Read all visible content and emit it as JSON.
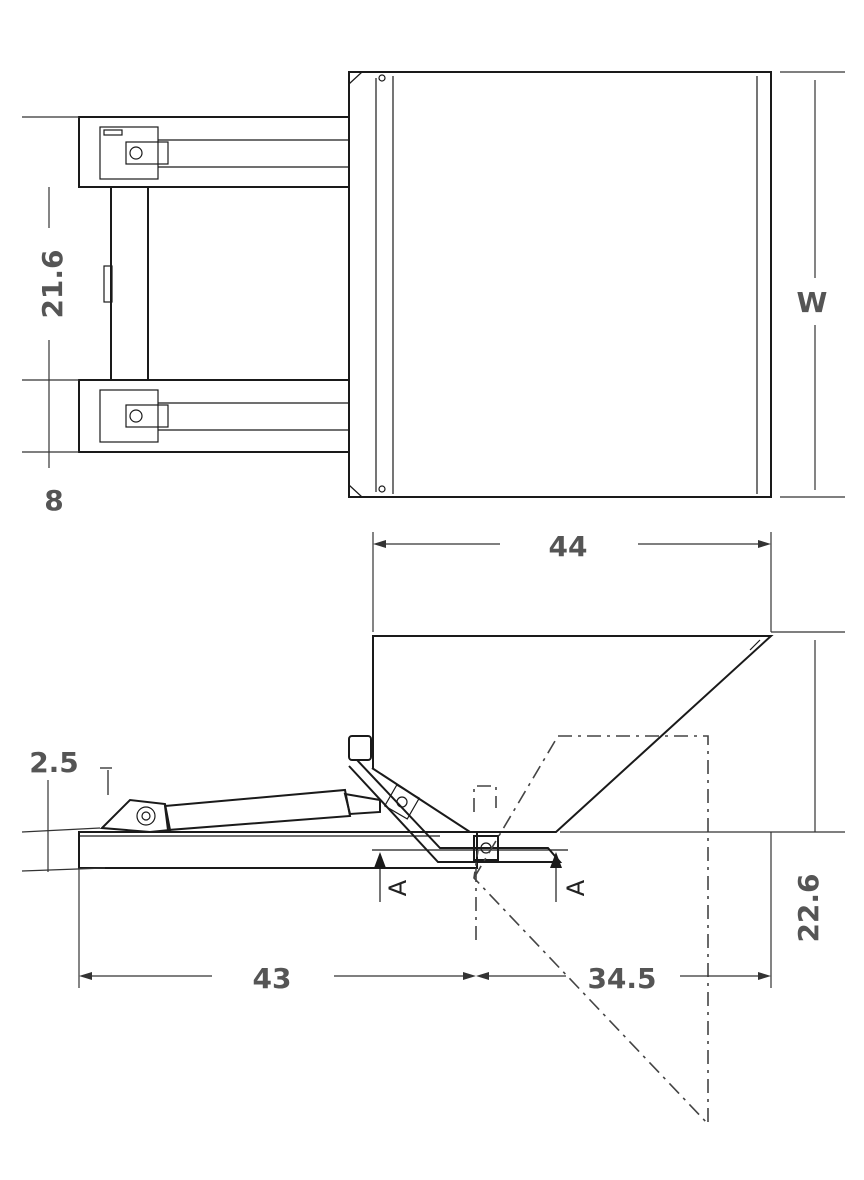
{
  "dimensions": {
    "top_gap": "21.6",
    "fork_width": "8",
    "overall_width": "W",
    "length": "44",
    "pivot_height": "2.5",
    "fork_length": "43",
    "hopper_depth": "34.5",
    "height": "22.6"
  },
  "section_marks": {
    "left": "A",
    "right": "A"
  }
}
